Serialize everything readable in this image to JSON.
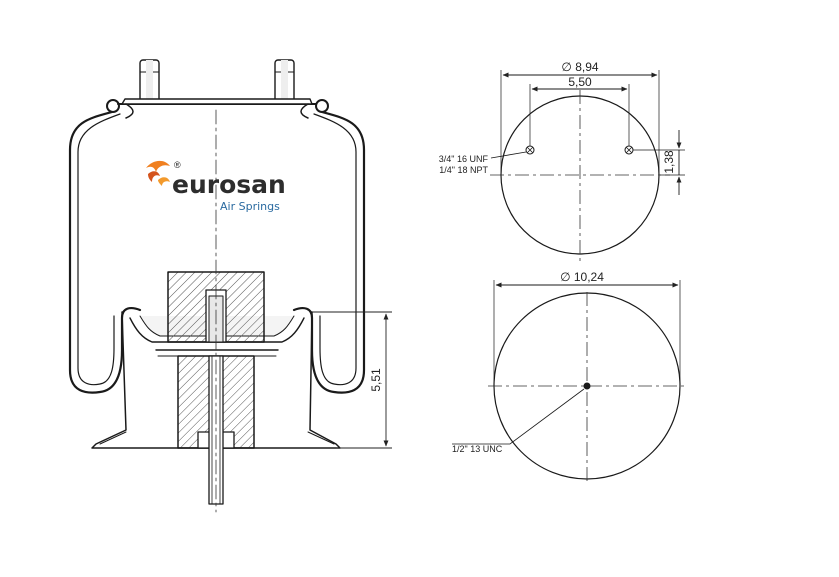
{
  "logo": {
    "brand": "eurosan",
    "tagline": "Air Springs",
    "registered": "®",
    "colors": {
      "accent": "#f08020",
      "accent_dark": "#d4531c",
      "text": "#2d2d2d",
      "tagline": "#2a6aa0"
    }
  },
  "side_view": {
    "height_label": "5,51"
  },
  "top_view": {
    "outer_diameter_label": "∅ 8,94",
    "stud_spacing_label": "5,50",
    "offset_label": "1,38",
    "thread_label_1": "3/4\" 16 UNF",
    "thread_label_2": "1/4\" 18 NPT"
  },
  "bottom_view": {
    "diameter_label": "∅ 10,24",
    "thread_label": "1/2\" 13 UNC"
  },
  "line_color": "#1a1a1a"
}
